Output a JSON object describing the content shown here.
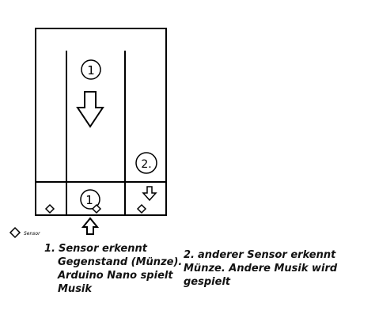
{
  "diagram": {
    "marker_main": "1",
    "marker_bottom": "1",
    "marker_right": "2.",
    "legend_label": "Sensor"
  },
  "captions": [
    {
      "number": "1.",
      "lines": [
        "Sensor erkennt",
        "Gegenstand (Münze).",
        "Arduino Nano spielt",
        "Musik"
      ]
    },
    {
      "number": "2.",
      "lines": [
        "anderer Sensor erkennt",
        "Münze. Andere Musik wird",
        "gespielt"
      ]
    }
  ],
  "colors": {
    "stroke": "#000000",
    "background": "#ffffff"
  }
}
